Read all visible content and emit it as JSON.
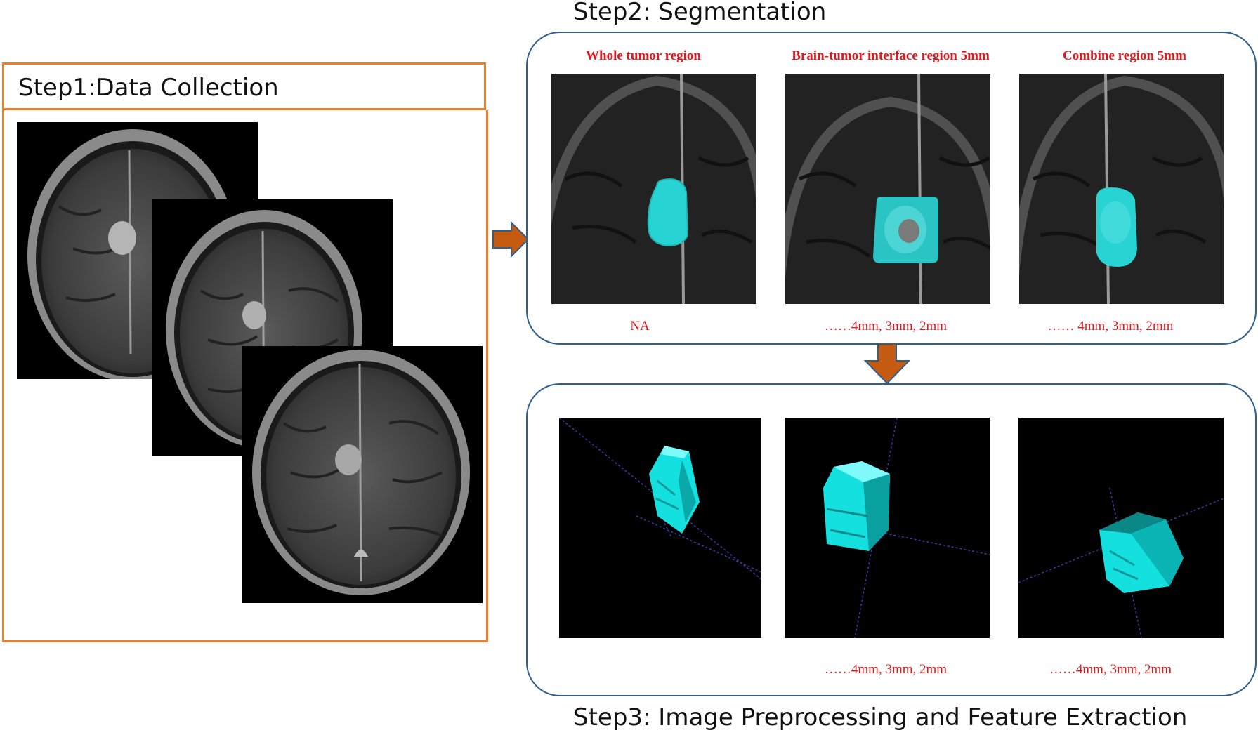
{
  "step1": {
    "title": "Step1:Data Collection"
  },
  "step2": {
    "title": "Step2: Segmentation",
    "columns": [
      {
        "label": "Whole tumor region",
        "note": "NA"
      },
      {
        "label": "Brain-tumor interface region 5mm",
        "note": "……4mm, 3mm, 2mm"
      },
      {
        "label": "Combine region 5mm",
        "note": "…… 4mm, 3mm, 2mm"
      }
    ]
  },
  "step3": {
    "title": "Step3: Image Preprocessing and Feature Extraction",
    "notes": [
      "",
      "……4mm, 3mm, 2mm",
      "……4mm, 3mm, 2mm"
    ]
  },
  "colors": {
    "orange_frame": "#e8802f",
    "blue_frame": "#2f5f8f",
    "arrow": "#c55a11",
    "red_text": "#e0171d",
    "cyan": "#27d3d3"
  }
}
